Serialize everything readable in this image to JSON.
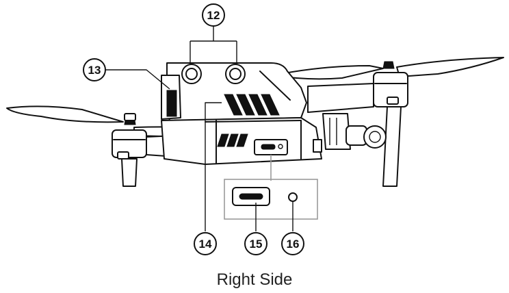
{
  "callouts": [
    {
      "id": "12",
      "label": "12",
      "part": "lens-pair"
    },
    {
      "id": "13",
      "label": "13",
      "part": "side-sensor"
    },
    {
      "id": "14",
      "label": "14",
      "part": "air-vents"
    },
    {
      "id": "15",
      "label": "15",
      "part": "usb-c-port"
    },
    {
      "id": "16",
      "label": "16",
      "part": "port-indicator"
    }
  ],
  "caption": "Right Side",
  "colors": {
    "ink": "#111111",
    "inset_border": "#9a9a9a",
    "background": "#ffffff"
  }
}
